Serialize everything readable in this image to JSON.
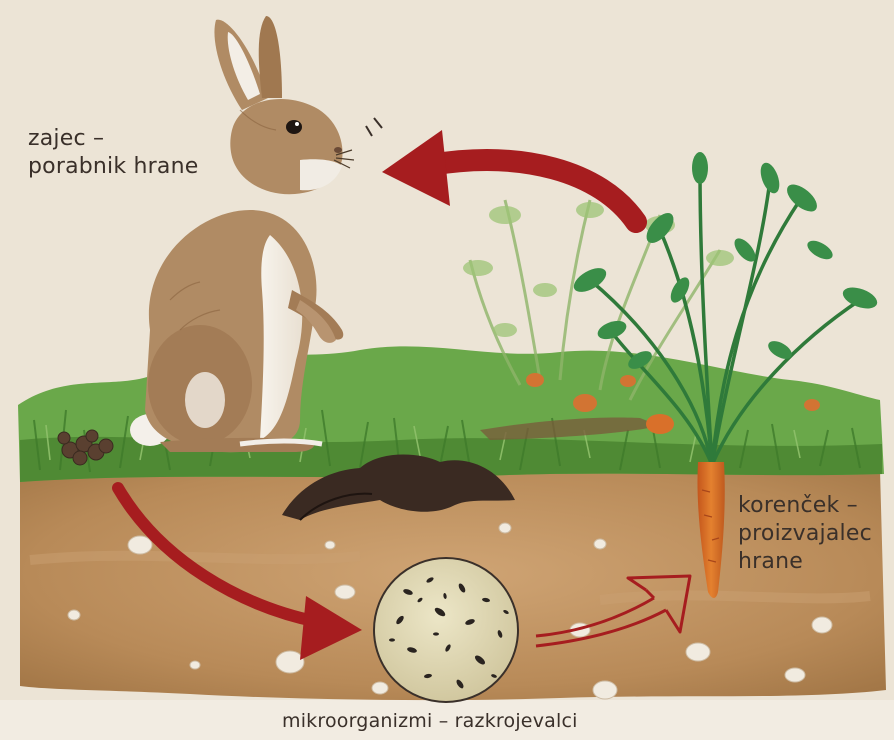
{
  "labels": {
    "rabbit": {
      "line1": "zajec –",
      "line2": "porabnik hrane"
    },
    "carrot": {
      "line1": "korenček –",
      "line2": "proizvajalec",
      "line3": "hrane"
    },
    "microorganisms": "mikroorganizmi – razkrojevalci"
  },
  "colors": {
    "background": "#ece4d6",
    "arrow": "#a61d1f",
    "grass": "#5f9a3a",
    "soil": "#b98c5a",
    "carrot": "#d9702a",
    "rabbit": "#b08b64"
  },
  "flow": [
    {
      "from": "carrot",
      "to": "rabbit"
    },
    {
      "from": "rabbit",
      "to": "microorganisms"
    },
    {
      "from": "microorganisms",
      "to": "carrot"
    }
  ]
}
